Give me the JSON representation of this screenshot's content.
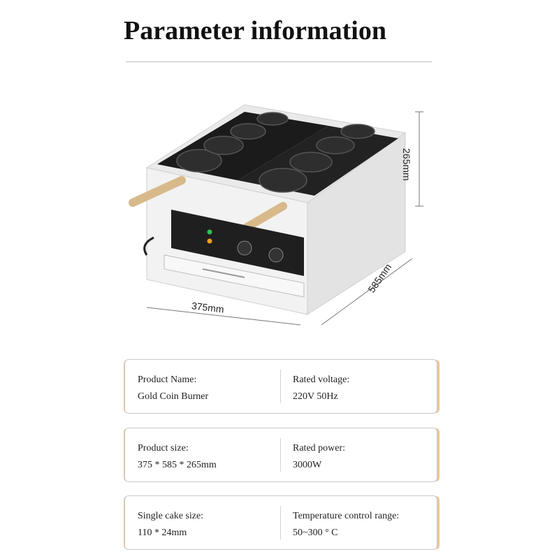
{
  "header": {
    "title": "Parameter information"
  },
  "dimensions": {
    "width_label": "375mm",
    "height_label": "265mm",
    "depth_label": "585mm"
  },
  "specs": [
    {
      "left_label": "Product Name:",
      "left_value": "Gold Coin Burner",
      "right_label": "Rated voltage:",
      "right_value": "220V 50Hz"
    },
    {
      "left_label": "Product size:",
      "left_value": "375 * 585 * 265mm",
      "right_label": "Rated power:",
      "right_value": "3000W"
    },
    {
      "left_label": "Single cake size:",
      "left_value": "110 * 24mm",
      "right_label": "Temperature control range:",
      "right_value": "50~300 ° C"
    }
  ]
}
